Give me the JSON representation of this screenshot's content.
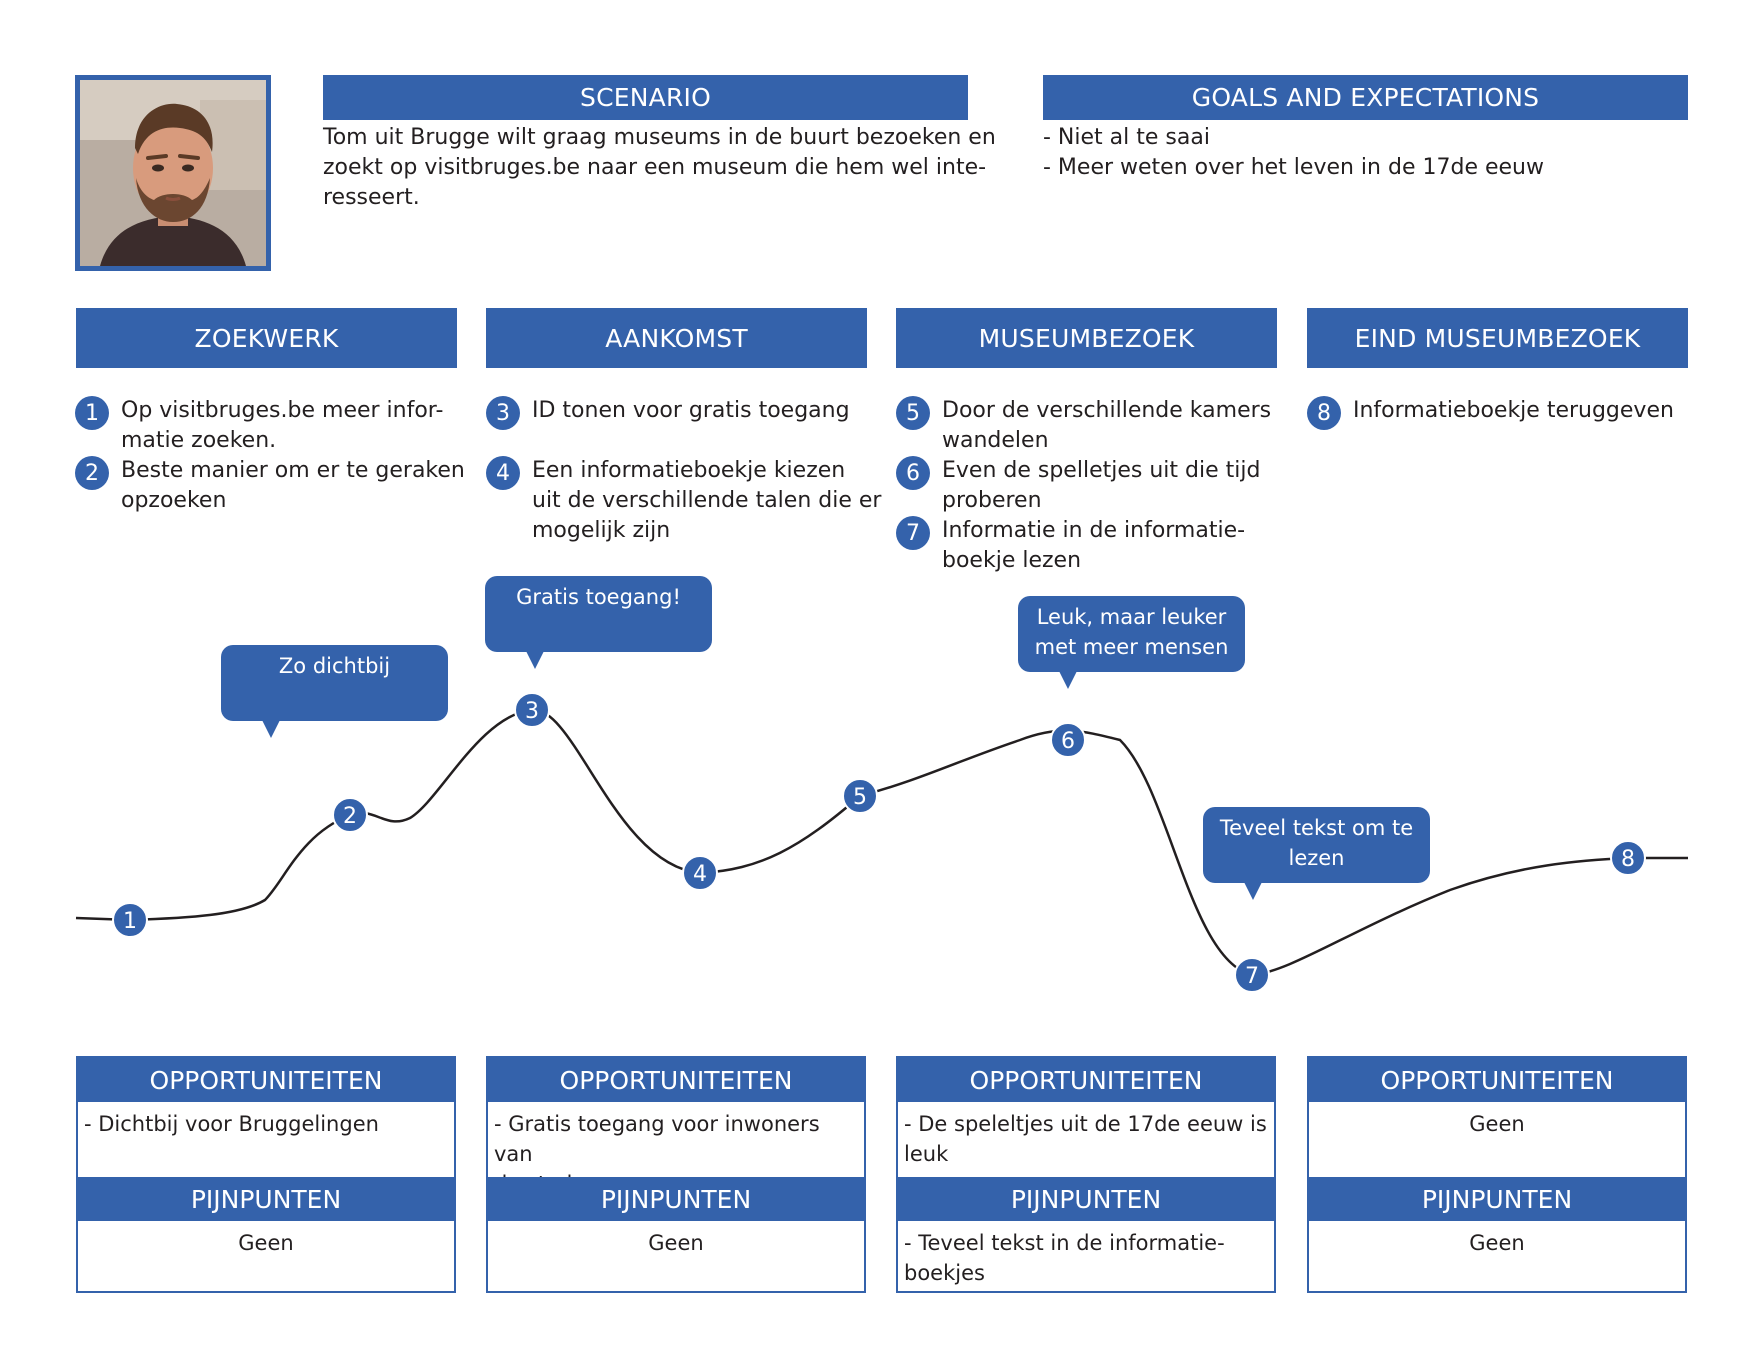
{
  "scenario": {
    "title": "SCENARIO",
    "lines": [
      "Tom uit Brugge wilt graag museums in de buurt bezoeken en",
      "zoekt op visitbruges.be naar een museum die hem wel inte-",
      "resseert."
    ]
  },
  "goals": {
    "title": "GOALS AND EXPECTATIONS",
    "lines": [
      "- Niet al te saai",
      "- Meer weten over het leven in de 17de eeuw"
    ]
  },
  "phases": [
    {
      "title": "ZOEKWERK",
      "steps": [
        {
          "num": "1",
          "lines": [
            "Op visitbruges.be meer infor-",
            "matie zoeken."
          ]
        },
        {
          "num": "2",
          "lines": [
            "Beste manier om er te geraken",
            "opzoeken"
          ]
        }
      ]
    },
    {
      "title": "AANKOMST",
      "steps": [
        {
          "num": "3",
          "lines": [
            "ID tonen voor gratis toegang"
          ]
        },
        {
          "num": "4",
          "lines": [
            "Een informatieboekje kiezen",
            "uit de verschillende talen die er",
            "mogelijk zijn"
          ]
        }
      ]
    },
    {
      "title": "MUSEUMBEZOEK",
      "steps": [
        {
          "num": "5",
          "lines": [
            "Door de verschillende kamers",
            "wandelen"
          ]
        },
        {
          "num": "6",
          "lines": [
            "Even de spelletjes  uit die tijd",
            "proberen"
          ]
        },
        {
          "num": "7",
          "lines": [
            "Informatie in de informatie-",
            "boekje lezen"
          ]
        }
      ]
    },
    {
      "title": "EIND MUSEUMBEZOEK",
      "steps": [
        {
          "num": "8",
          "lines": [
            "Informatieboekje teruggeven"
          ]
        }
      ]
    }
  ],
  "journey": {
    "points": [
      "1",
      "2",
      "3",
      "4",
      "5",
      "6",
      "7",
      "8"
    ],
    "bubbles": [
      {
        "lines": [
          "Zo dichtbij"
        ]
      },
      {
        "lines": [
          "Gratis toegang!"
        ]
      },
      {
        "lines": [
          "Leuk, maar leuker",
          "met meer mensen"
        ]
      },
      {
        "lines": [
          "Teveel tekst om te",
          "lezen"
        ]
      }
    ]
  },
  "cards": [
    {
      "opp_title": "OPPORTUNITEITEN",
      "opp_lines": [
        "- Dichtbij voor Bruggelingen"
      ],
      "opp_center": false,
      "pain_title": "PIJNPUNTEN",
      "pain_lines": [
        "Geen"
      ],
      "pain_center": true
    },
    {
      "opp_title": "OPPORTUNITEITEN",
      "opp_lines": [
        "- Gratis toegang voor inwoners van",
        "de stad"
      ],
      "opp_center": false,
      "pain_title": "PIJNPUNTEN",
      "pain_lines": [
        "Geen"
      ],
      "pain_center": true
    },
    {
      "opp_title": "OPPORTUNITEITEN",
      "opp_lines": [
        "- De speleltjes uit de 17de eeuw is",
        "leuk"
      ],
      "opp_center": false,
      "pain_title": "PIJNPUNTEN",
      "pain_lines": [
        "- Teveel tekst in de informatie-",
        "boekjes"
      ],
      "pain_center": false
    },
    {
      "opp_title": "OPPORTUNITEITEN",
      "opp_lines": [
        "Geen"
      ],
      "opp_center": true,
      "pain_title": "PIJNPUNTEN",
      "pain_lines": [
        "Geen"
      ],
      "pain_center": true
    }
  ],
  "colors": {
    "accent": "#3462ab",
    "text": "#231f20"
  }
}
